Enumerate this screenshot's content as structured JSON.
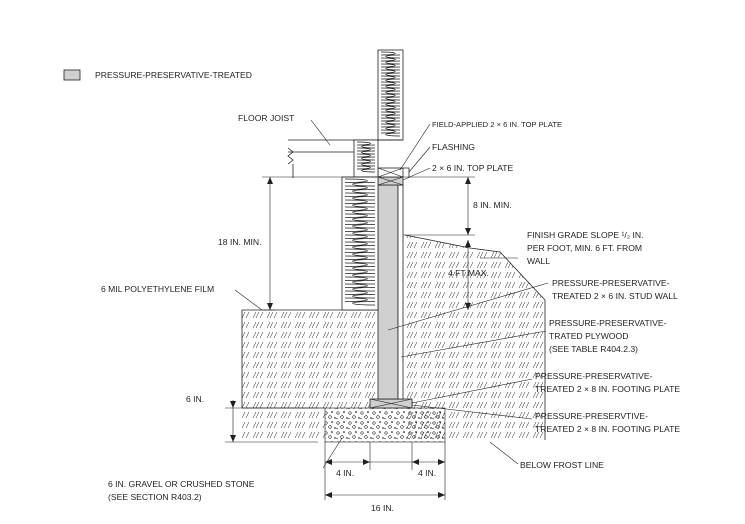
{
  "legend": {
    "label": "PRESSURE-PRESERVATIVE-TREATED",
    "swatch_color": "#d0d0d0"
  },
  "labels": {
    "floor_joist": "FLOOR JOIST",
    "field_applied_top_plate": "FIELD-APPLIED 2 × 6 IN. TOP PLATE",
    "flashing": "FLASHING",
    "top_plate": "2 × 6 IN. TOP PLATE",
    "eight_in_min": "8 IN. MIN.",
    "finish_grade": [
      "FINISH GRADE SLOPE ¹/₂ IN.",
      "PER FOOT, MIN. 6 FT. FROM",
      "WALL"
    ],
    "eighteen_in_min": "18 IN. MIN.",
    "four_ft_max": "4 FT MAX.",
    "polyethylene": "6 MIL POLYETHYLENE FILM",
    "stud_wall": [
      "PRESSURE-PRESERVATIVE-",
      "TREATED 2 × 6 IN. STUD WALL"
    ],
    "plywood": [
      "PRESSURE-PRESERVATIVE-",
      "TRATED PLYWOOD",
      "(SEE TABLE R404.2.3)"
    ],
    "footing_plate_upper": [
      "PRESSURE-PRESERVATIVE-",
      "TREATED 2 × 8 IN. FOOTING PLATE"
    ],
    "footing_plate_lower": [
      "PRESSURE-PRESERVTIVE-",
      "TREATED 2 × 8 IN. FOOTING PLATE"
    ],
    "six_in": "6 IN.",
    "gravel": [
      "6 IN. GRAVEL OR CRUSHED STONE",
      "(SEE SECTION R403.2)"
    ],
    "four_in_left": "4 IN.",
    "four_in_right": "4 IN.",
    "sixteen_in": "16 IN.",
    "below_frost": "BELOW FROST LINE"
  }
}
